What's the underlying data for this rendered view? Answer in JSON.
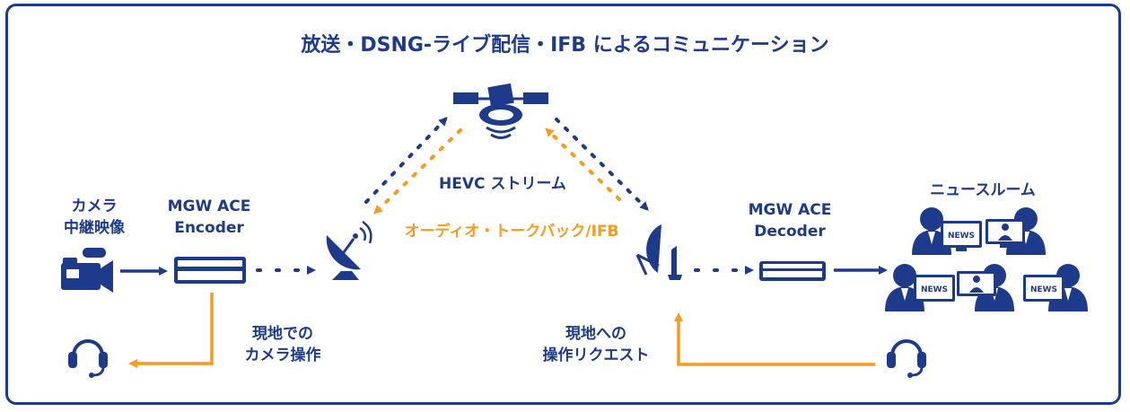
{
  "title": "放送・DSNG-ライブ配信・IFB によるコミュニケーション",
  "labels": {
    "camera_line1": "カメラ",
    "camera_line2": "中継映像",
    "encoder_line1": "MGW ACE",
    "encoder_line2": "Encoder",
    "decoder_line1": "MGW ACE",
    "decoder_line2": "Decoder",
    "newsroom": "ニュースルーム",
    "hevc_stream": "HEVC ストリーム",
    "talkback": "オーディオ・トークバック/IFB",
    "local_camera_line1": "現地での",
    "local_camera_line2": "カメラ操作",
    "local_request_line1": "現地への",
    "local_request_line2": "操作リクエスト"
  },
  "news_badge": "NEWS",
  "colors": {
    "navy": "#1e3a8a",
    "orange": "#f39c1f",
    "white": "#ffffff"
  },
  "icons": [
    "camera-icon",
    "encoder-icon",
    "satellite-icon",
    "uplink-dish-icon",
    "downlink-dish-icon",
    "decoder-icon",
    "headset-icon",
    "newsroom-icon"
  ]
}
